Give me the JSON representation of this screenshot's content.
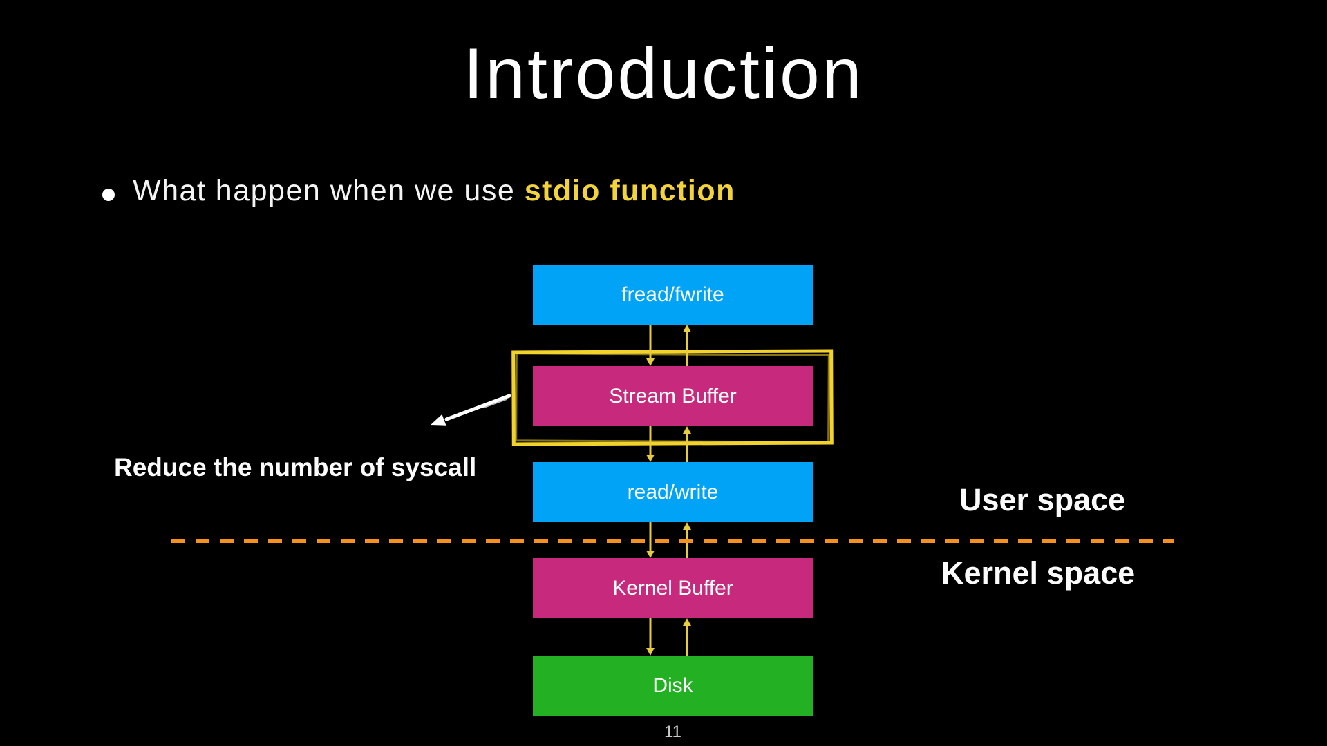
{
  "slide": {
    "title": "Introduction",
    "page_number": "11"
  },
  "bullet": {
    "icon": "dot",
    "text": "What happen when we use ",
    "highlight": "stdio function"
  },
  "diagram": {
    "boxes": [
      {
        "label": "fread/fwrite",
        "color": "#00A3F5"
      },
      {
        "label": "Stream Buffer",
        "color": "#C7297C"
      },
      {
        "label": "read/write",
        "color": "#00A3F5"
      },
      {
        "label": "Kernel Buffer",
        "color": "#C7297C"
      },
      {
        "label": "Disk",
        "color": "#23B123"
      }
    ],
    "note": "Reduce the number of syscall",
    "arrow_color": "#E8CC3E",
    "highlight_frame_color": "#F2D32B",
    "divider_color": "#F5921E",
    "annotation_arrow_color": "#FFFFFF"
  },
  "labels": {
    "user_space": "User space",
    "kernel_space": "Kernel space"
  },
  "colors": {
    "background": "#000000",
    "title_text": "#FDFDFD",
    "highlight_text": "#F2D33C"
  }
}
